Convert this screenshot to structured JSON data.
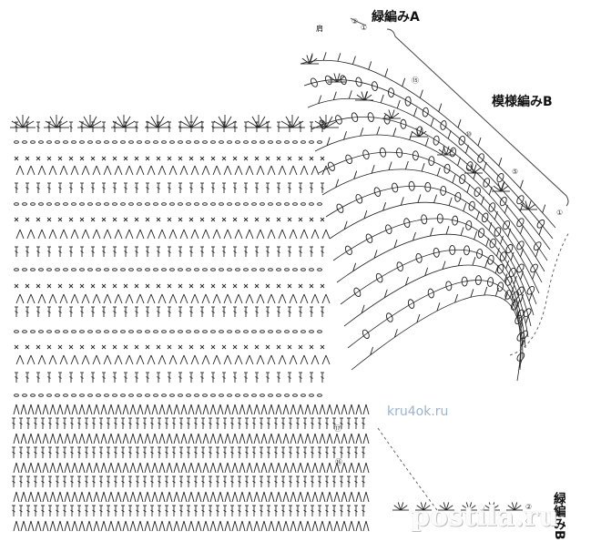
{
  "labels": {
    "edge_a": "緑編みA",
    "pattern_b": "模様編みB",
    "edge_b": "緑編みB",
    "shoulder": "肩"
  },
  "row_markers": [
    "②",
    "①",
    "⑮",
    "⑩",
    "⑤",
    "①",
    "⑰",
    "⑯",
    "②",
    "①"
  ],
  "watermarks": {
    "site": "kru4ok.ru",
    "brand": "postila.ru"
  },
  "colors": {
    "ink": "#222222",
    "dashed_outline": "#555555",
    "watermark_site": "#9ab4d2"
  }
}
